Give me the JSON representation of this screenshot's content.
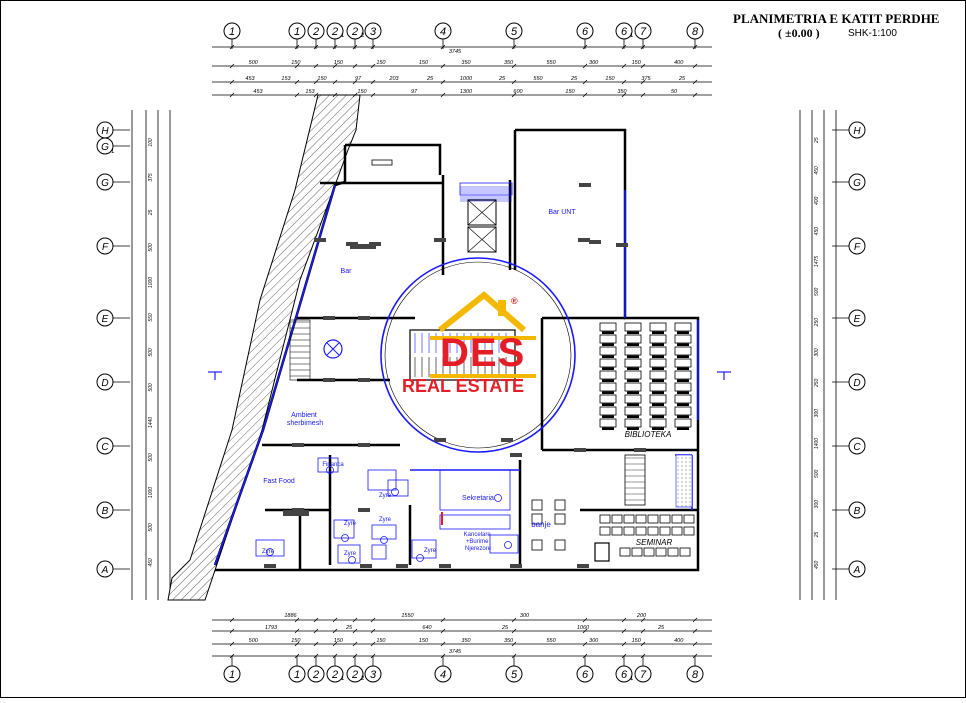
{
  "title": {
    "main": "PLANIMETRIA E KATIT PERDHE",
    "level": "( ±0.00 )",
    "scale": "SHK-1:100"
  },
  "axes": {
    "columns": [
      "1",
      "1",
      "2",
      "2",
      "2",
      "3",
      "4",
      "5",
      "6",
      "6",
      "7",
      "8"
    ],
    "column_subs": [
      "",
      "",
      "",
      "1",
      "2",
      "",
      "",
      "",
      "",
      "1",
      "",
      ""
    ],
    "rows_left": [
      "H",
      "G",
      "G",
      "F",
      "E",
      "D",
      "C",
      "B",
      "A"
    ],
    "rows_left_subs": [
      "",
      "1",
      "",
      "",
      "",
      "",
      "",
      "",
      ""
    ],
    "rows_right": [
      "H",
      "G",
      "F",
      "E",
      "D",
      "C",
      "B",
      "A"
    ]
  },
  "dimensions": {
    "top_total": "3745",
    "top_row1": [
      "500",
      "150",
      "150",
      "150",
      "150",
      "350",
      "350",
      "550",
      "300",
      "150",
      "400"
    ],
    "top_row2": [
      "453",
      "153",
      "150",
      "97",
      "203",
      "25",
      "1000",
      "25",
      "550",
      "25",
      "150",
      "375",
      "25"
    ],
    "top_row3": [
      "453",
      "153",
      "150",
      "97",
      "1300",
      "600",
      "150",
      "350",
      "50"
    ],
    "bottom_row1": [
      "1886",
      "1550",
      "300",
      "200"
    ],
    "bottom_row2": [
      "1793",
      "25",
      "640",
      "25",
      "1060",
      "25"
    ],
    "bottom_row3": [
      "500",
      "150",
      "150",
      "150",
      "150",
      "350",
      "350",
      "550",
      "300",
      "150",
      "400"
    ],
    "bottom_total": "3745",
    "left_side": [
      "100",
      "375",
      "25",
      "500",
      "1000",
      "550",
      "500",
      "500",
      "1440",
      "500",
      "1000",
      "500",
      "450"
    ],
    "right_side": [
      "25",
      "450",
      "400",
      "450",
      "1475",
      "500",
      "250",
      "300",
      "250",
      "300",
      "1400",
      "500",
      "300",
      "25",
      "450"
    ]
  },
  "rooms": {
    "bar": "Bar",
    "bar_unt": "Bar UNT",
    "biblioteka": "BIBLIOTEKA",
    "ambient": "Ambient sherbimesh",
    "fast_food": "Fast Food",
    "finance": "Financa",
    "zyre": "Zyre",
    "sekretaria": "Sekretaria",
    "banje": "banje",
    "kancelare": "Kancelare +Burime Njerezore",
    "seminar": "SEMINAR"
  },
  "logo": {
    "brand": "DES",
    "tagline": "REAL ESTATE",
    "registered": "®",
    "colors": {
      "primary": "#e41e26",
      "accent": "#f5b800"
    }
  },
  "colors": {
    "lines": "#000000",
    "glazing": "#1a1aff",
    "hatch": "#555555"
  }
}
